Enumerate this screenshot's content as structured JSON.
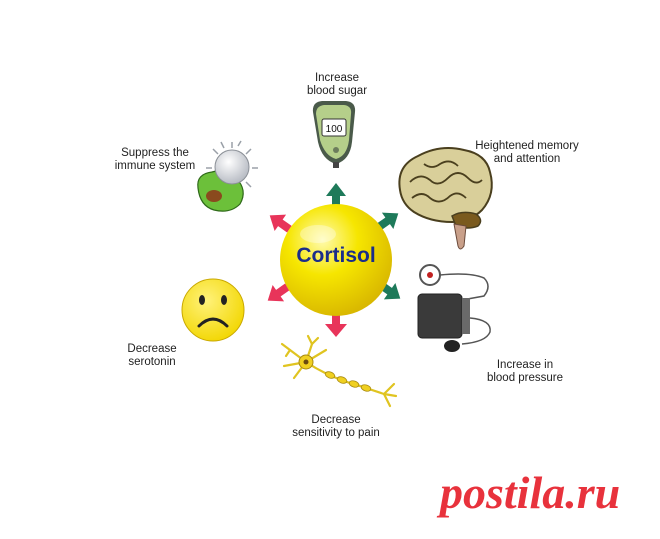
{
  "diagram": {
    "center": "Cortisol",
    "effects": {
      "blood_sugar": [
        "Increase",
        "blood sugar"
      ],
      "memory": [
        "Heightened memory",
        "and attention"
      ],
      "immune": [
        "Suppress the",
        "immune system"
      ],
      "serotonin": [
        "Decrease",
        "serotonin"
      ],
      "pressure": [
        "Increase in",
        "blood pressure"
      ],
      "pain": [
        "Decrease",
        "sensitivity to pain"
      ]
    },
    "glucometer_reading": "100"
  },
  "watermark": "postila.ru",
  "colors": {
    "increase_arrow": "#1e7a5a",
    "decrease_arrow": "#e8345a",
    "sphere": "#f4e200",
    "center_text": "#1a2d8a",
    "watermark": "#e8323c"
  },
  "icons": {
    "blood_sugar": "glucometer-icon",
    "memory": "brain-icon",
    "immune": "immune-cell-icon",
    "serotonin": "sad-face-icon",
    "pressure": "blood-pressure-cuff-icon",
    "pain": "neuron-icon"
  }
}
